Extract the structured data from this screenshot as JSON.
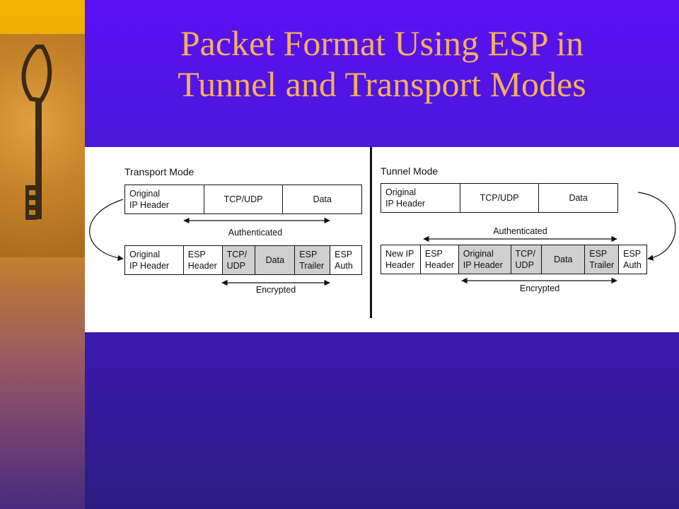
{
  "slide": {
    "title_line1": "Packet Format Using ESP in",
    "title_line2": "Tunnel and Transport Modes",
    "colors": {
      "background": "#4a18d8",
      "title": "#f5b05a",
      "sidebar": "#d89410",
      "shaded_field": "#cfcfcf"
    },
    "sidebar_image": "key-image"
  },
  "transport": {
    "title": "Transport Mode",
    "original_packet": [
      "Original\nIP Header",
      "TCP/UDP",
      "Data"
    ],
    "esp_packet": [
      "Original\nIP Header",
      "ESP\nHeader",
      "TCP/\nUDP",
      "Data",
      "ESP\nTrailer",
      "ESP\nAuth"
    ],
    "authenticated_label": "Authenticated",
    "encrypted_label": "Encrypted"
  },
  "tunnel": {
    "title": "Tunnel Mode",
    "original_packet": [
      "Original\nIP Header",
      "TCP/UDP",
      "Data"
    ],
    "esp_packet": [
      "New IP\nHeader",
      "ESP\nHeader",
      "Original\nIP Header",
      "TCP/\nUDP",
      "Data",
      "ESP\nTrailer",
      "ESP\nAuth"
    ],
    "authenticated_label": "Authenticated",
    "encrypted_label": "Encrypted"
  }
}
